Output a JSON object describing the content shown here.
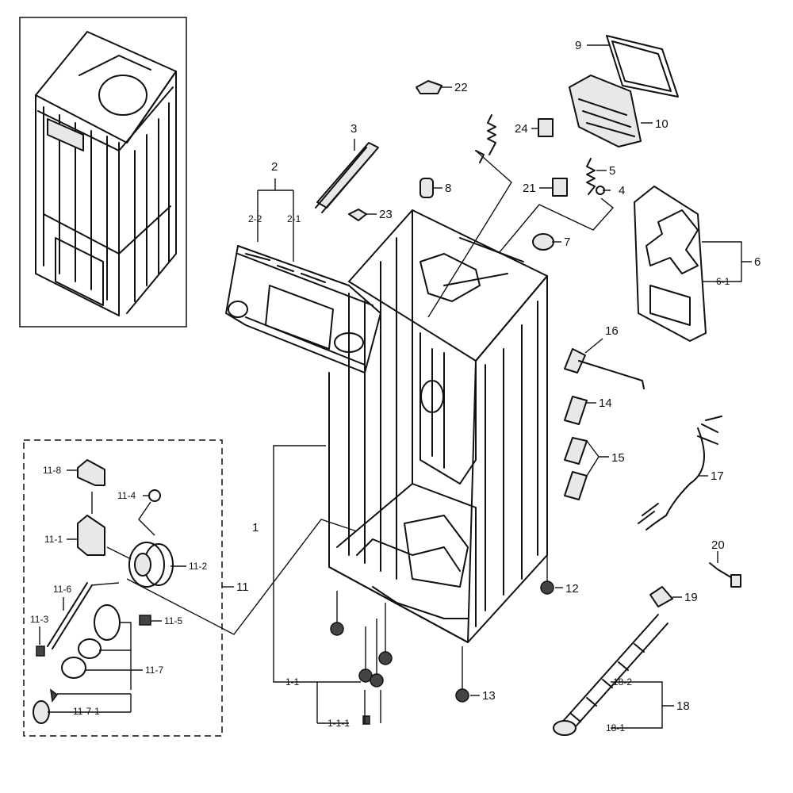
{
  "callouts": {
    "c1": "1",
    "c1_1": "1-1",
    "c1_1_1": "1-1-1",
    "c2": "2",
    "c2_1": "2-1",
    "c2_2": "2-2",
    "c3": "3",
    "c4": "4",
    "c5": "5",
    "c6": "6",
    "c6_1": "6-1",
    "c7": "7",
    "c8": "8",
    "c9": "9",
    "c10": "10",
    "c11": "11",
    "c11_1": "11-1",
    "c11_2": "11-2",
    "c11_3": "11-3",
    "c11_4": "11-4",
    "c11_5": "11-5",
    "c11_6": "11-6",
    "c11_7": "11-7",
    "c11_7_1": "11-7-1",
    "c11_8": "11-8",
    "c12": "12",
    "c13": "13",
    "c14": "14",
    "c15": "15",
    "c16": "16",
    "c17": "17",
    "c18": "18",
    "c18_1": "18-1",
    "c18_2": "18-2",
    "c19": "19",
    "c20": "20",
    "c21": "21",
    "c22": "22",
    "c23": "23",
    "c24": "24"
  }
}
